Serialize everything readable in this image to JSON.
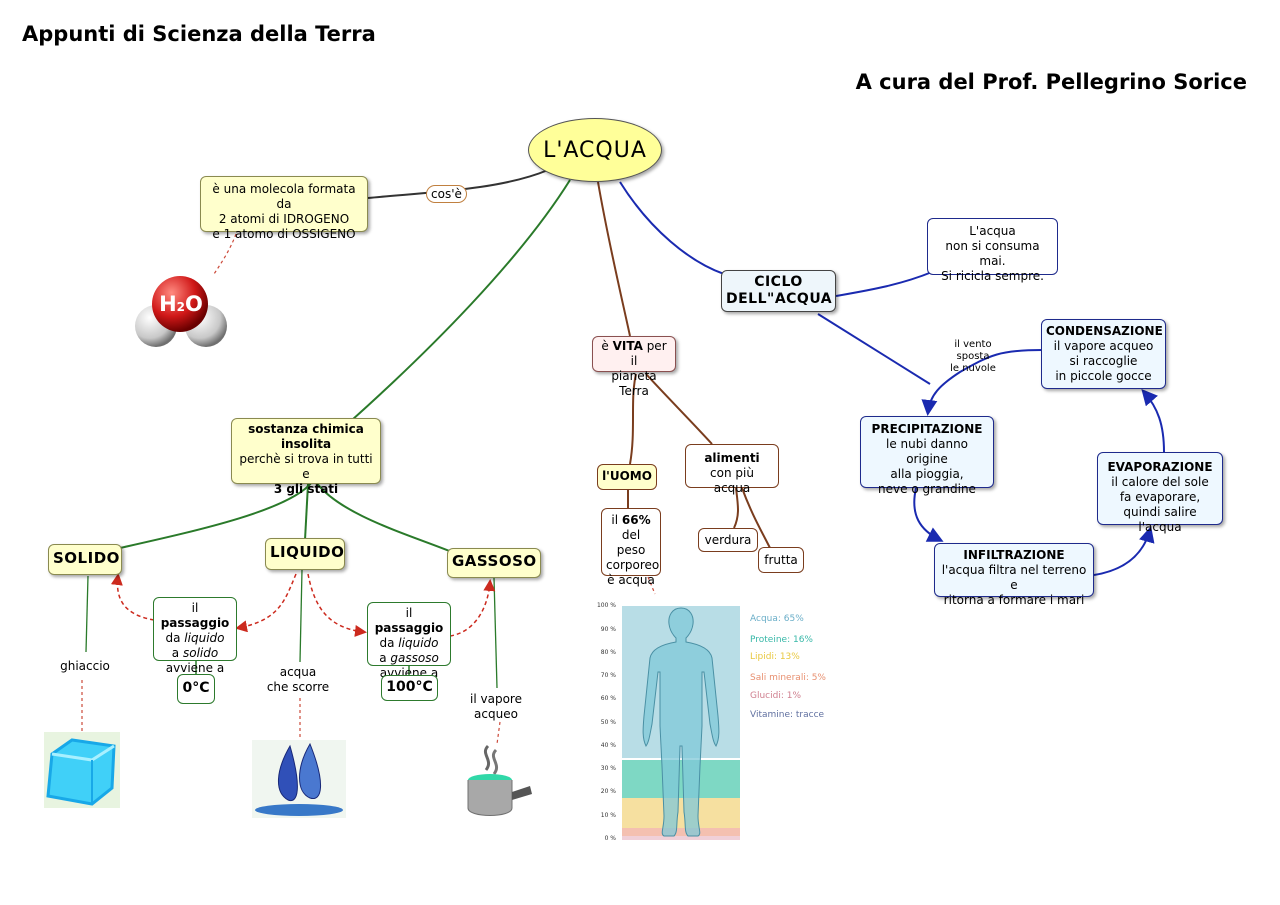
{
  "header": {
    "title": "Appunti di Scienza della Terra",
    "author": "A cura del Prof. Pellegrino Sorice"
  },
  "central": {
    "label": "L'ACQUA"
  },
  "link_labels": {
    "cose": "cos'è"
  },
  "molecule": {
    "line1": "è una molecola formata da",
    "line2": "2 atomi di IDROGENO",
    "line3": "e 1 atomo di OSSIGENO",
    "formula_h": "H",
    "formula_2": "2",
    "formula_o": "O"
  },
  "sostanza": {
    "line1": "sostanza chimica",
    "line2": "insolita",
    "line3": "perchè si trova in tutti e",
    "line4": "3 gli stati"
  },
  "states": {
    "solido": "SOLIDO",
    "liquido": "LIQUIDO",
    "gassoso": "GASSOSO"
  },
  "passaggio1": {
    "pre": "il ",
    "bold": "passaggio",
    "l2a": "da ",
    "l2b": "liquido",
    "l3a": "a ",
    "l3b": "solido",
    "l4": "avviene a",
    "temp": "0°C"
  },
  "passaggio2": {
    "pre": "il ",
    "bold": "passaggio",
    "l2a": "da ",
    "l2b": "liquido",
    "l3a": "a ",
    "l3b": "gassoso",
    "l4": "avviene a",
    "temp": "100°C"
  },
  "examples": {
    "ghiaccio": "ghiaccio",
    "acqua_l1": "acqua",
    "acqua_l2": "che scorre",
    "vapore_l1": "il vapore",
    "vapore_l2": "acqueo"
  },
  "vita": {
    "pre": "è ",
    "bold": "VITA",
    "post": " per il",
    "line2": "pianeta Terra"
  },
  "uomo": {
    "label": "l'UOMO"
  },
  "peso": {
    "pre": "il ",
    "bold": "66%",
    "line2": "del peso",
    "line3": "corporeo",
    "line4": "è acqua"
  },
  "alimenti": {
    "line1": "alimenti",
    "line2": "con più acqua"
  },
  "verdura": "verdura",
  "frutta": "frutta",
  "ciclo": {
    "line1": "CICLO",
    "line2": "DELL\"ACQUA"
  },
  "non_consuma": {
    "line1": "L'acqua",
    "line2": "non si consuma mai.",
    "line3": "Si ricicla sempre."
  },
  "condensazione": {
    "title": "CONDENSAZIONE",
    "line1": "il vapore acqueo",
    "line2": "si raccoglie",
    "line3": "in piccole gocce"
  },
  "vento": {
    "line1": "il vento",
    "line2": "sposta",
    "line3": "le nuvole"
  },
  "precipitazione": {
    "title": "PRECIPITAZIONE",
    "line1": "le nubi danno origine",
    "line2": "alla pioggia,",
    "line3": "neve o grandine"
  },
  "evaporazione": {
    "title": "EVAPORAZIONE",
    "line1": "il calore del sole",
    "line2": "fa evaporare,",
    "line3": "quindi salire l'acqua"
  },
  "infiltrazione": {
    "title": "INFILTRAZIONE",
    "line1": "l'acqua filtra nel terreno e",
    "line2": "ritorna a formare i mari"
  },
  "body_chart": {
    "ticks": [
      "100 %",
      "90 %",
      "80 %",
      "70 %",
      "60 %",
      "50 %",
      "40 %",
      "30 %",
      "20 %",
      "10 %",
      "0 %"
    ],
    "legend": [
      {
        "label": "Acqua: 65%",
        "color": "#6aaec8"
      },
      {
        "label": "Proteine: 16%",
        "color": "#38b8a8"
      },
      {
        "label": "Lipidi: 13%",
        "color": "#e8c840"
      },
      {
        "label": "Sali minerali: 5%",
        "color": "#e89070"
      },
      {
        "label": "Glucidi: 1%",
        "color": "#d08090"
      },
      {
        "label": "Vitamine: tracce",
        "color": "#6070a0"
      }
    ]
  },
  "colors": {
    "green": "#2a7a2a",
    "brown": "#7a3d1e",
    "blue": "#1a2ab0",
    "red_dash": "#cc2a1e"
  }
}
